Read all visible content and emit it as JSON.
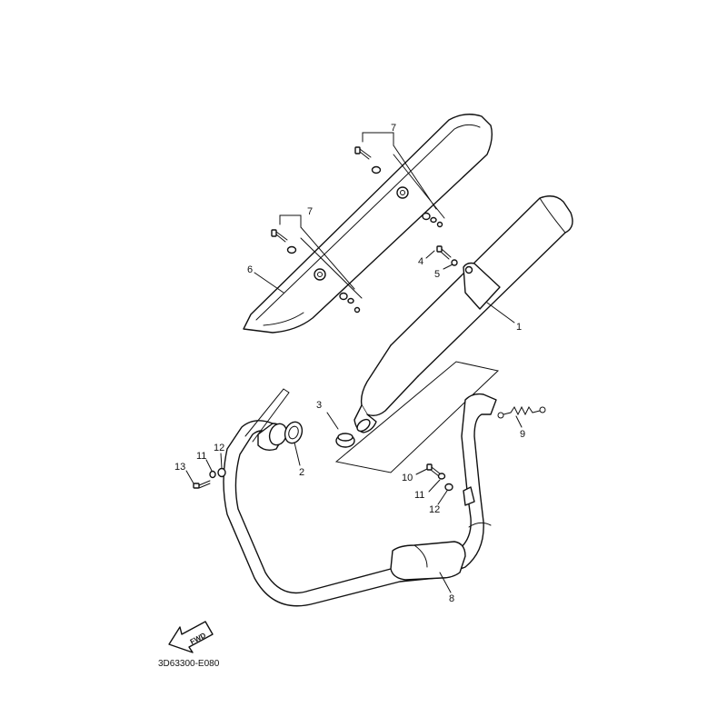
{
  "callouts": {
    "c1": "1",
    "c2": "2",
    "c3": "3",
    "c4": "4",
    "c5": "5",
    "c6": "6",
    "c7a": "7",
    "c7b": "7",
    "c8": "8",
    "c9": "9",
    "c10": "10",
    "c11a": "11",
    "c11b": "11",
    "c12a": "12",
    "c12b": "12",
    "c13": "13"
  },
  "fwd_label": "FWD",
  "diagram_code": "3D63300-E080",
  "colors": {
    "line": "#111111",
    "background": "#ffffff"
  }
}
